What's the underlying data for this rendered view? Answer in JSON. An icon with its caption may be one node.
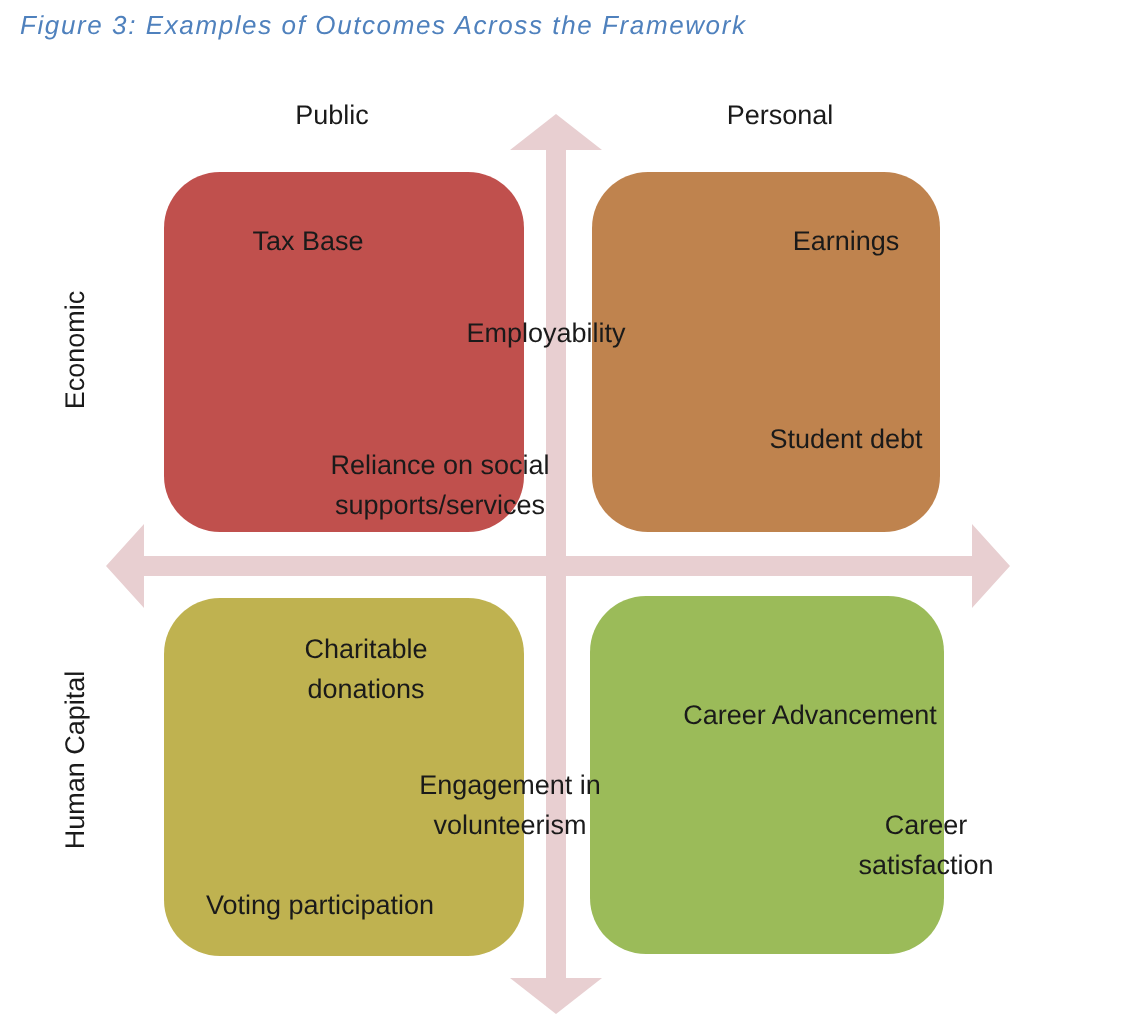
{
  "diagram": {
    "title": "Figure 3: Examples of Outcomes Across the Framework",
    "nodes": [
      {
        "text": [
          "Tax Base"
        ]
      },
      {
        "text": [
          "Earnings",
          "Student debt"
        ]
      },
      {
        "text": [
          "Charitable donations",
          "Voting participation"
        ]
      },
      {
        "text": [
          "Career Advancement"
        ]
      }
    ],
    "labels": [
      "Public",
      "Personal",
      "Economic",
      "Employability",
      "Reliance on social supports/services",
      "Human Capital",
      "Engagement in volunteerism",
      "Career satisfaction"
    ]
  }
}
